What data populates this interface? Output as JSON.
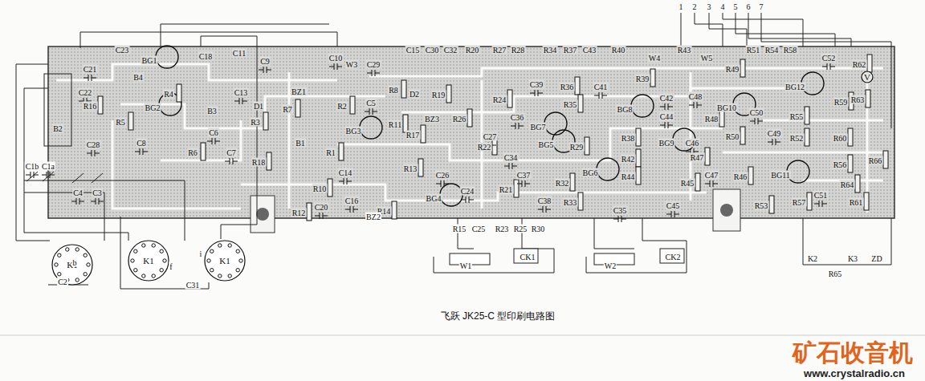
{
  "diagram": {
    "caption": "飞跃 JK25-C 型印刷电路图",
    "nodes": [
      {
        "text": [
          "K1"
        ]
      },
      {
        "text": [
          "K1"
        ]
      },
      {
        "text": [
          "K1"
        ]
      },
      {
        "text": [
          "V"
        ]
      }
    ],
    "labels": [
      "1",
      "2",
      "3",
      "4",
      "5",
      "6",
      "7",
      "C23",
      "BG1",
      "C18",
      "C11",
      "C9",
      "C10",
      "W3",
      "C29",
      "C15",
      "C30",
      "C32",
      "R20",
      "R27",
      "R28",
      "R34",
      "R37",
      "C43",
      "R40",
      "W4",
      "R43",
      "W5",
      "R49",
      "R51",
      "R54",
      "R58",
      "C52",
      "R62",
      "C21",
      "C22",
      "R16",
      "B4",
      "R4",
      "BG2",
      "B3",
      "C13",
      "D1",
      "R7",
      "BZ1",
      "R2",
      "C5",
      "R8",
      "D2",
      "R19",
      "R11",
      "BZ3",
      "R26",
      "R24",
      "C39",
      "R36",
      "C41",
      "R39",
      "C42",
      "C48",
      "BG10",
      "C50",
      "BG12",
      "R55",
      "R59",
      "R63",
      "R35",
      "BG8",
      "C36",
      "BG7",
      "C34",
      "BG5",
      "C44",
      "C46",
      "R48",
      "R50",
      "C49",
      "R52",
      "R60",
      "R66",
      "R5",
      "C6",
      "C8",
      "R6",
      "C7",
      "R3",
      "R18",
      "B1",
      "R1",
      "BG3",
      "C14",
      "R17",
      "R13",
      "R22",
      "C27",
      "R29",
      "BG6",
      "R38",
      "R42",
      "R44",
      "BG9",
      "R47",
      "R45",
      "C47",
      "R46",
      "BG11",
      "R56",
      "R64",
      "R61",
      "R53",
      "R57",
      "C51",
      "C45",
      "C35",
      "R33",
      "C38",
      "R32",
      "C37",
      "R21",
      "C24",
      "C26",
      "BG4",
      "R14",
      "BZ2",
      "C16",
      "R10",
      "R12",
      "C20",
      "B2",
      "C28",
      "C1b",
      "C1a",
      "C4",
      "C3",
      "C2",
      "C31",
      "b",
      "f",
      "i",
      "R15",
      "C25",
      "R23",
      "R25",
      "R30",
      "W1",
      "CK1",
      "W2",
      "CK2",
      "K2",
      "R65",
      "K3",
      "ZD",
      "矿石收音机",
      "www.crystalradio.cn"
    ]
  }
}
